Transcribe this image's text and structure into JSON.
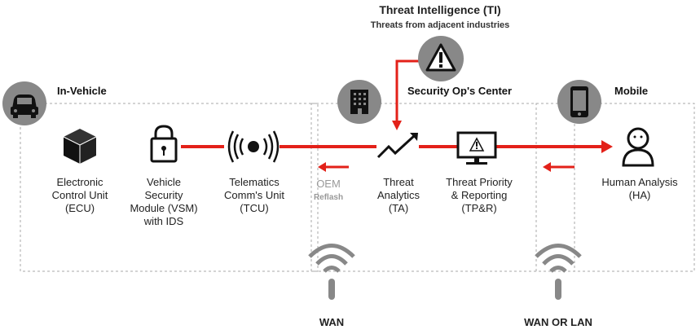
{
  "title": "Threat Intelligence (TI)",
  "subtitle": "Threats from adjacent industries",
  "sections": {
    "in_vehicle": "In-Vehicle",
    "soc": "Security Op's Center",
    "mobile": "Mobile"
  },
  "nodes": {
    "ecu": "Electronic\nControl Unit\n(ECU)",
    "vsm": "Vehicle\nSecurity\nModule (VSM)\nwith IDS",
    "tcu": "Telematics\nComm's Unit\n(TCU)",
    "ta": "Threat\nAnalytics\n(TA)",
    "tpr": "Threat Priority\n& Reporting\n(TP&R)",
    "ha": "Human Analysis\n(HA)"
  },
  "oem": {
    "line1": "OEM",
    "line2": "Reflash"
  },
  "networks": {
    "wan": "WAN",
    "wan_or_lan": "WAN OR LAN"
  },
  "colors": {
    "flow": "#e32119",
    "icon_bg": "#888888",
    "box_border": "#aaaaaa",
    "muted_text": "#999999"
  },
  "icons": [
    "car-icon",
    "building-icon",
    "warning-icon",
    "phone-icon",
    "cube-icon",
    "lock-icon",
    "antenna-icon",
    "trend-icon",
    "monitor-icon",
    "person-icon",
    "wifi-icon"
  ]
}
